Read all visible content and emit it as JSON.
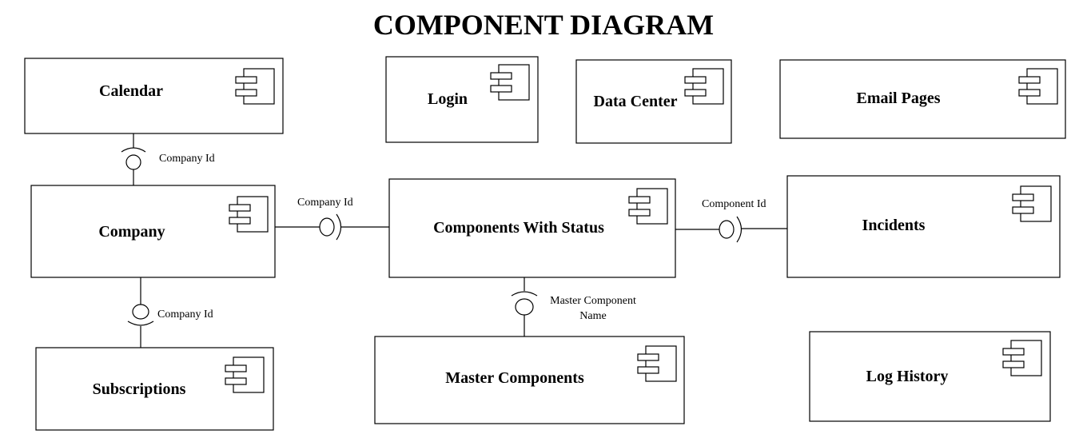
{
  "title": "COMPONENT DIAGRAM",
  "components": {
    "calendar": "Calendar",
    "login": "Login",
    "data_center": "Data Center",
    "email_pages": "Email Pages",
    "company": "Company",
    "components_with_status": "Components With Status",
    "incidents": "Incidents",
    "subscriptions": "Subscriptions",
    "master_components": "Master Components",
    "log_history": "Log History"
  },
  "interfaces": {
    "calendar_company": "Company Id",
    "company_components": "Company Id",
    "components_incidents": "Component Id",
    "company_subscriptions": "Company Id",
    "components_master_line1": "Master Component",
    "components_master_line2": "Name"
  },
  "icon": "uml-component-icon"
}
